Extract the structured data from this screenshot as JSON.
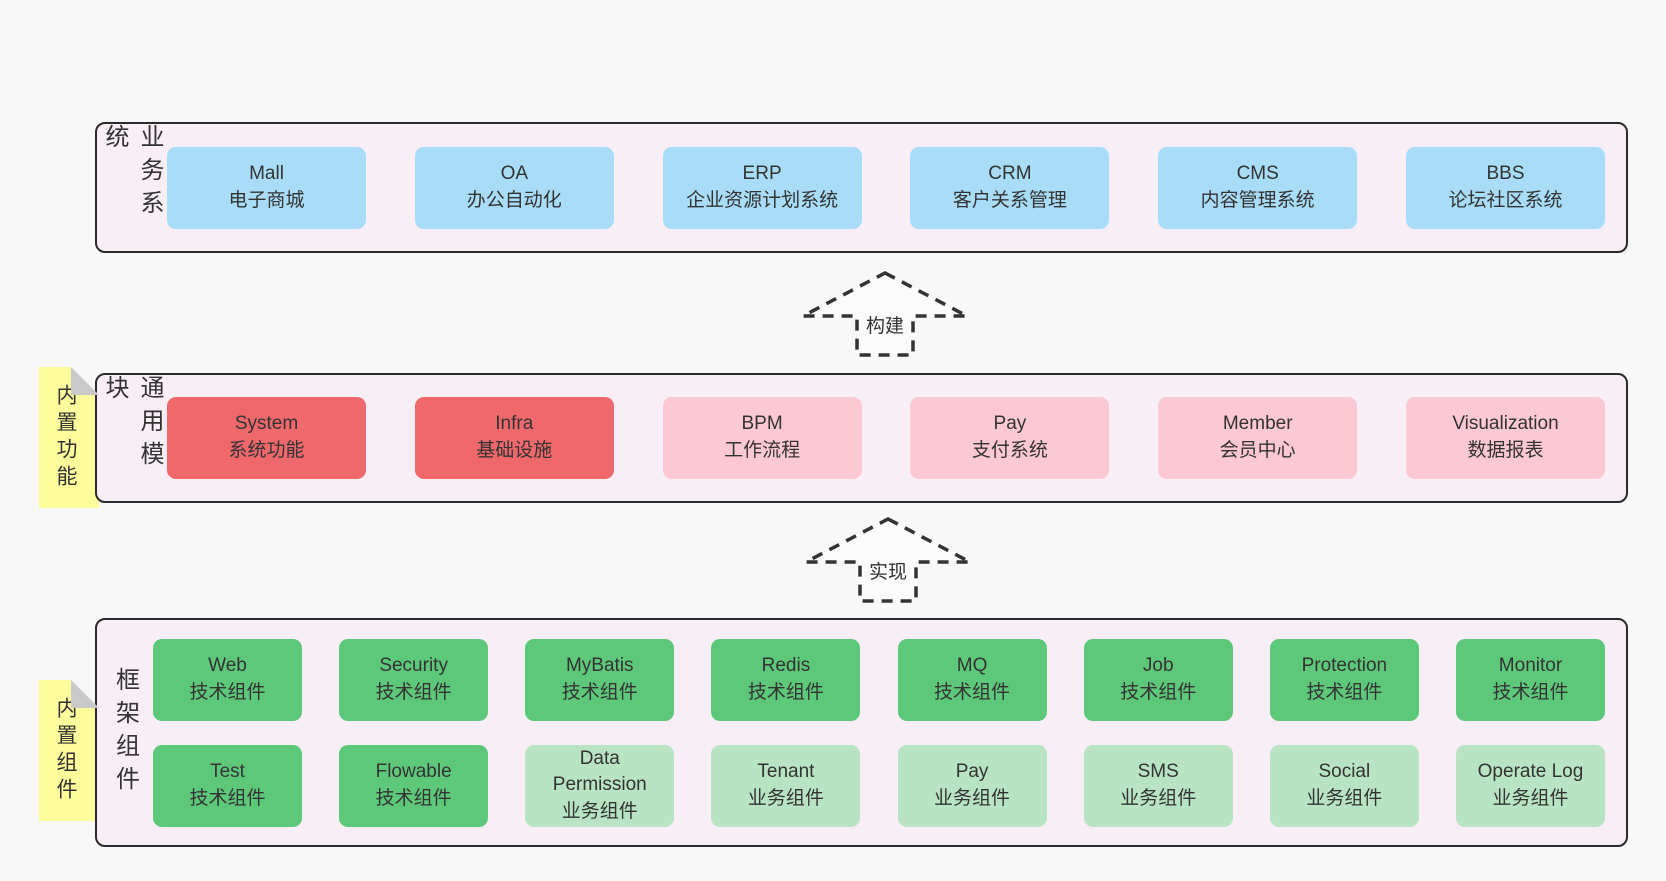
{
  "colors": {
    "page_bg": "#f8f8f8",
    "container_bg": "#f8eef6",
    "container_border": "#2b2b2b",
    "blue": "#a8dcf7",
    "red": "#ef686c",
    "pink": "#fbc8d3",
    "green": "#5ec87a",
    "lightgreen": "#b8e4c3",
    "tab_yellow": "#fdfc9d",
    "fold_gray": "#c9c9c9",
    "text": "#333333"
  },
  "arrows": [
    {
      "label": "构建"
    },
    {
      "label": "实现"
    }
  ],
  "sections": [
    {
      "label": "业务系统",
      "tab": "",
      "rows": [
        [
          {
            "name": "Mall",
            "subtitle": "电子商城",
            "variant": "blue"
          },
          {
            "name": "OA",
            "subtitle": "办公自动化",
            "variant": "blue"
          },
          {
            "name": "ERP",
            "subtitle": "企业资源计划系统",
            "variant": "blue"
          },
          {
            "name": "CRM",
            "subtitle": "客户关系管理",
            "variant": "blue"
          },
          {
            "name": "CMS",
            "subtitle": "内容管理系统",
            "variant": "blue"
          },
          {
            "name": "BBS",
            "subtitle": "论坛社区系统",
            "variant": "blue"
          }
        ]
      ]
    },
    {
      "label": "通用模块",
      "tab": "内置功能",
      "rows": [
        [
          {
            "name": "System",
            "subtitle": "系统功能",
            "variant": "red"
          },
          {
            "name": "Infra",
            "subtitle": "基础设施",
            "variant": "red"
          },
          {
            "name": "BPM",
            "subtitle": "工作流程",
            "variant": "pink"
          },
          {
            "name": "Pay",
            "subtitle": "支付系统",
            "variant": "pink"
          },
          {
            "name": "Member",
            "subtitle": "会员中心",
            "variant": "pink"
          },
          {
            "name": "Visualization",
            "subtitle": "数据报表",
            "variant": "pink"
          }
        ]
      ]
    },
    {
      "label": "框架组件",
      "tab": "内置组件",
      "rows": [
        [
          {
            "name": "Web",
            "subtitle": "技术组件",
            "variant": "green"
          },
          {
            "name": "Security",
            "subtitle": "技术组件",
            "variant": "green"
          },
          {
            "name": "MyBatis",
            "subtitle": "技术组件",
            "variant": "green"
          },
          {
            "name": "Redis",
            "subtitle": "技术组件",
            "variant": "green"
          },
          {
            "name": "MQ",
            "subtitle": "技术组件",
            "variant": "green"
          },
          {
            "name": "Job",
            "subtitle": "技术组件",
            "variant": "green"
          },
          {
            "name": "Protection",
            "subtitle": "技术组件",
            "variant": "green"
          },
          {
            "name": "Monitor",
            "subtitle": "技术组件",
            "variant": "green"
          }
        ],
        [
          {
            "name": "Test",
            "subtitle": "技术组件",
            "variant": "green"
          },
          {
            "name": "Flowable",
            "subtitle": "技术组件",
            "variant": "green"
          },
          {
            "name": "Data\nPermission",
            "subtitle": "业务组件",
            "variant": "lightgreen"
          },
          {
            "name": "Tenant",
            "subtitle": "业务组件",
            "variant": "lightgreen"
          },
          {
            "name": "Pay",
            "subtitle": "业务组件",
            "variant": "lightgreen"
          },
          {
            "name": "SMS",
            "subtitle": "业务组件",
            "variant": "lightgreen"
          },
          {
            "name": "Social",
            "subtitle": "业务组件",
            "variant": "lightgreen"
          },
          {
            "name": "Operate Log",
            "subtitle": "业务组件",
            "variant": "lightgreen"
          }
        ]
      ]
    }
  ]
}
